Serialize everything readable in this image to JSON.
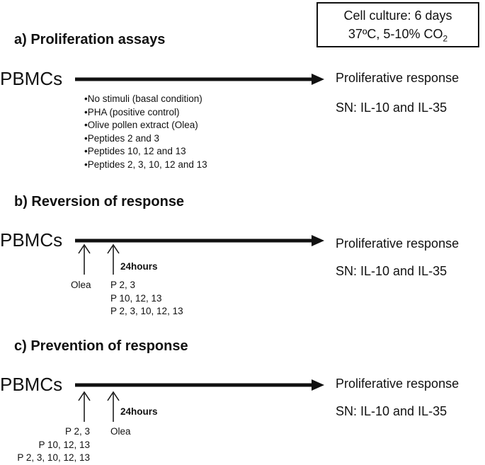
{
  "culture_box": {
    "line1": "Cell culture: 6 days",
    "line2_prefix": "37ºC, 5-10% CO",
    "line2_sub": "2"
  },
  "panels": [
    {
      "title": "a) Proliferation assays",
      "source": "PBMCs",
      "result": "Proliferative response",
      "sn": "SN: IL-10 and IL-35",
      "conditions": [
        "•No stimuli (basal condition)",
        "•PHA (positive control)",
        "•Olive pollen extract (Olea)",
        "•Peptides 2 and 3",
        "•Peptides 10, 12 and 13",
        "•Peptides 2, 3, 10, 12 and 13"
      ]
    },
    {
      "title": "b) Reversion of response",
      "source": "PBMCs",
      "result": "Proliferative response",
      "sn": "SN: IL-10 and IL-35",
      "first_addition": "Olea",
      "delay": "24hours",
      "second_addition": [
        "P 2, 3",
        "P 10, 12, 13",
        "P 2, 3, 10, 12, 13"
      ]
    },
    {
      "title": "c) Prevention of response",
      "source": "PBMCs",
      "result": "Proliferative response",
      "sn": "SN: IL-10 and IL-35",
      "first_addition": [
        "P 2, 3",
        "P 10, 12, 13",
        "P 2, 3, 10, 12, 13"
      ],
      "delay": "24hours",
      "second_addition": "Olea"
    }
  ]
}
